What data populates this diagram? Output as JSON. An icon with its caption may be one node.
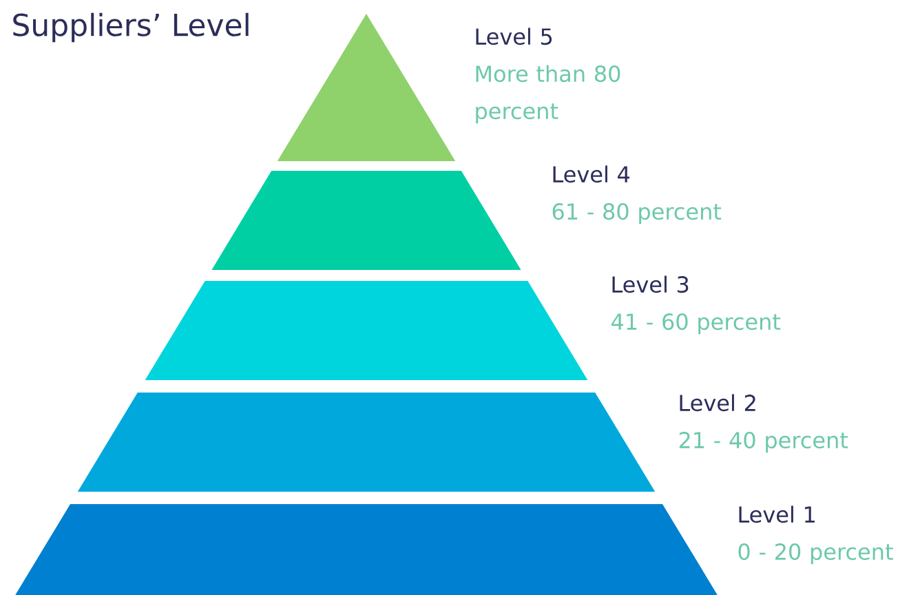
{
  "diagram": {
    "title": "Suppliers’ Level",
    "nodes": [
      {
        "text": [
          "Level 5",
          "More than 80 percent"
        ]
      },
      {
        "text": [
          "Level 4",
          "61 - 80 percent"
        ]
      },
      {
        "text": [
          "Level 3",
          "41 - 60 percent"
        ]
      },
      {
        "text": [
          "Level 2",
          "21 - 40 percent"
        ]
      },
      {
        "text": [
          "Level 1",
          "0 - 20 percent"
        ]
      }
    ]
  }
}
